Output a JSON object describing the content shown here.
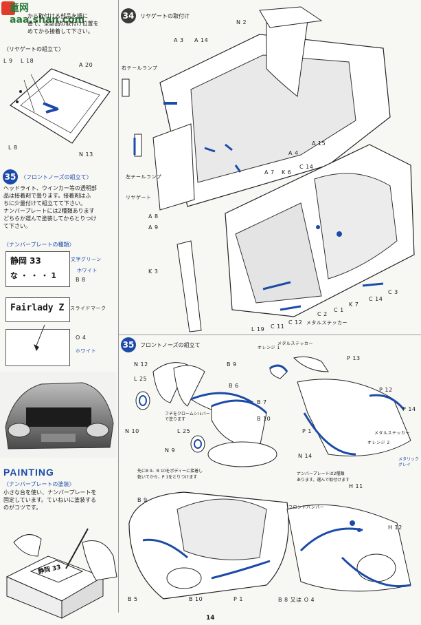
{
  "left": {
    "top_text": "から取付ける部品を順に\n番で、全部品の取付け位置を\nめてから接着して下さい。",
    "tailgate_subtitle": "〈リヤゲートの組立て〉",
    "tailgate_labels": [
      "L 9",
      "L 18",
      "A 20",
      "L 8",
      "N 13"
    ],
    "step35_num": "35",
    "step35_title": "〈フロントノーズの組立て〉",
    "step35_text": "ヘッドライト、ウインカー等の透明部\n品は接着剤で曇ります。接着剤はふ\nちに少量付けて組立てて下さい。\nナンバープレートには2種類あります\nどちらか選んで塗装してからとりつけ\nて下さい。",
    "plate_subtitle": "〈ナンバープレートの種類〉",
    "plate1_line1": "静岡 33",
    "plate1_line2": "な ・ ・ ・ 1",
    "plate1_note_a": "文字グリーン",
    "plate1_note_b": "ホワイト",
    "plate1_code": "B 8",
    "plate2_logo": "Fairlady Z",
    "plate2_note_a": "スライドマーク",
    "plate2_code": "O 4",
    "plate2_note_b": "ホワイト",
    "painting_heading": "PAINTING",
    "painting_subtitle": "〈ナンバープレートの塗装〉",
    "painting_text": "小さな台を使い、ナンバープレートを\n固定しています。ていねいに塗装する\nのがコツです。",
    "painting_plate": "静岡 33"
  },
  "step34": {
    "num": "34",
    "title": "リヤゲートの取付け",
    "labels": [
      "N 2",
      "A 3",
      "A 14",
      "右テールランプ",
      "A 4",
      "A 15",
      "左テールランプ",
      "リヤゲート",
      "A 7",
      "K 6",
      "C 14",
      "A 8",
      "A 9",
      "K 3",
      "C 3",
      "C 14",
      "K 7",
      "C 1",
      "C 2",
      "L 19",
      "C 11",
      "C 12",
      "メタルステッカー"
    ]
  },
  "step35": {
    "num": "35",
    "title": "フロントノーズの組立て",
    "labels": [
      "N 12",
      "B 9",
      "L 25",
      "B 6",
      "N 10",
      "B 7",
      "フチをクロームシルバー\nで塗ります",
      "B 10",
      "L 25",
      "N 9",
      "N 14",
      "P 1",
      "オレンジ 1",
      "メタルステッカー",
      "P 13",
      "P 12",
      "P 14",
      "メタルステッカー",
      "オレンジ 2",
      "メタリック\nグレイ"
    ],
    "note_a": "先にB 9、B 10をボディーに接着し\n乾いてから、P 1をとりつけます",
    "note_b": "ナンバープレートは2種類\nあります。選んで取付けます",
    "bottom_labels": [
      "B 9",
      "B 5",
      "B 10",
      "P 1",
      "B 8 又は O 4",
      "H 11",
      "フロントバンパー",
      "H 12"
    ]
  },
  "page_number": "14",
  "watermark": "童网 aaa.shan.com",
  "colors": {
    "accent": "#1b4aa8",
    "ink": "#1a1a1a",
    "paper": "#f7f7f4"
  }
}
